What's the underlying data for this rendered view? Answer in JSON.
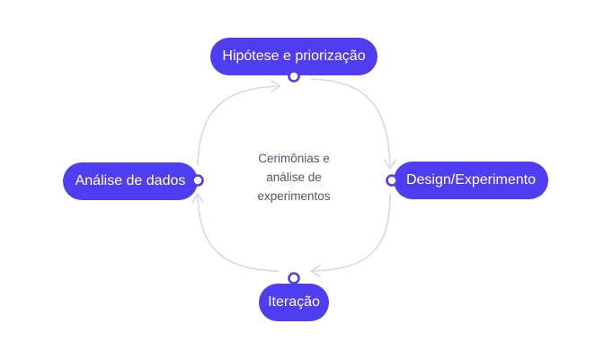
{
  "diagram": {
    "nodes": {
      "hypothesis": "Hipótese e priorização",
      "design": "Design/Experimento",
      "iteration": "Iteração",
      "analysis": "Análise de dados"
    },
    "center_lines": [
      "Cerimônias e",
      "análise de",
      "experimentos"
    ],
    "colors": {
      "node_fill": "#4f3df2",
      "node_text": "#ffffff",
      "connector": "#d9d9de",
      "port_ring": "#4f3df2",
      "center_text": "#55556a"
    }
  }
}
